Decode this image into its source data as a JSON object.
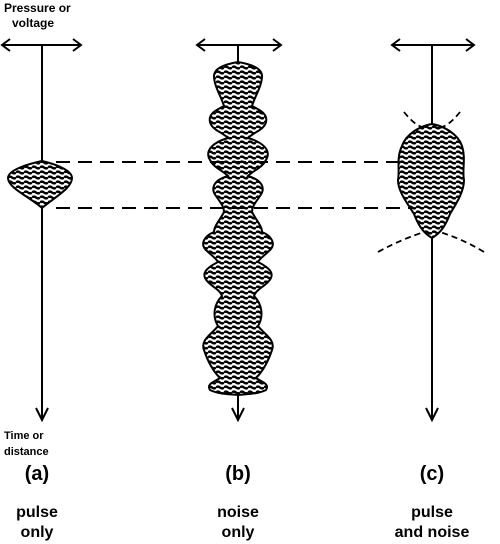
{
  "axes": {
    "top_label_line1": "Pressure or",
    "top_label_line2": "voltage",
    "bottom_label_line1": "Time or",
    "bottom_label_line2": "distance"
  },
  "panels": [
    {
      "letter": "(a)",
      "caption_line1": "pulse",
      "caption_line2": "only"
    },
    {
      "letter": "(b)",
      "caption_line1": "noise",
      "caption_line2": "only"
    },
    {
      "letter": "(c)",
      "caption_line1": "pulse",
      "caption_line2": "and noise"
    }
  ],
  "colors": {
    "ink": "#000000",
    "background": "#ffffff"
  }
}
